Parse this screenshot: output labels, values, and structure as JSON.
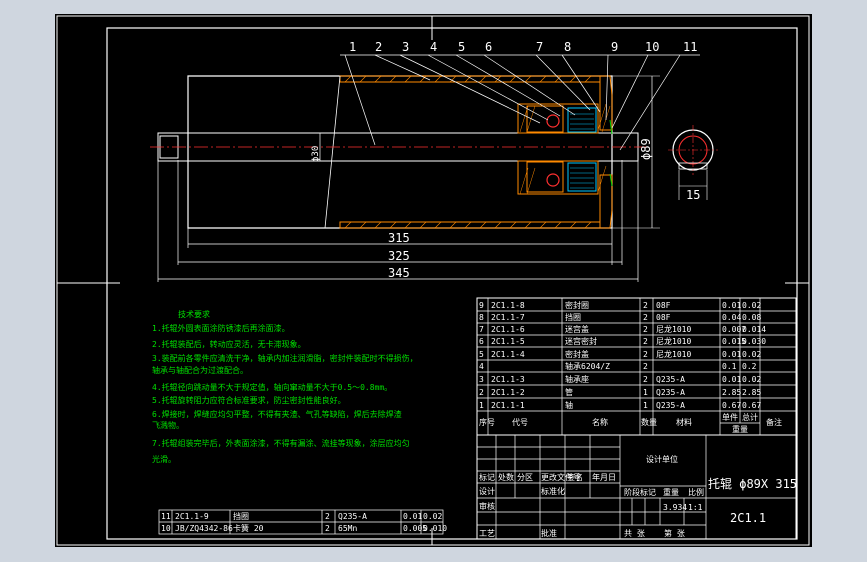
{
  "drawing": {
    "part_numbers": [
      "1",
      "2",
      "3",
      "4",
      "5",
      "6",
      "7",
      "8",
      "9",
      "10",
      "11"
    ],
    "dimensions": {
      "d_shaft": "ϕ30",
      "d_roller": "ϕ89",
      "len_315": "315",
      "len_325": "325",
      "len_345": "345",
      "width_15": "15"
    },
    "tech_title": "技术要求",
    "tech_notes": [
      "1.托辊外圆表面涂防锈漆后再涂面漆。",
      "2.托辊装配后，转动应灵活，无卡滞现象。",
      "3.装配前各零件应清洗干净，轴承内加注润滑脂，密封件装配时不得损伤，",
      "  轴承与轴配合为过渡配合。",
      "4.托辊径向跳动量不大于规定值，轴向窜动量不大于0.5～0.8mm。",
      "5.托辊旋转阻力应符合标准要求，防尘密封性能良好。",
      "6.焊接时，焊缝应均匀平整，不得有夹渣、气孔等缺陷，焊后去除焊渣",
      "  飞溅物。",
      "7.托辊组装完毕后，外表面涂漆，不得有漏涂、流挂等现象，涂层应均匀",
      "  光滑。"
    ],
    "bom_rows": [
      [
        "9",
        "2C1.1-8",
        "密封圈",
        "2",
        "08F",
        "0.01",
        "0.02"
      ],
      [
        "8",
        "2C1.1-7",
        "挡圈",
        "2",
        "08F",
        "0.04",
        "0.08"
      ],
      [
        "7",
        "2C1.1-6",
        "迷宫盖",
        "2",
        "尼龙1010",
        "0.007",
        "0.014"
      ],
      [
        "6",
        "2C1.1-5",
        "迷宫密封",
        "2",
        "尼龙1010",
        "0.015",
        "0.030"
      ],
      [
        "5",
        "2C1.1-4",
        "密封盖",
        "2",
        "尼龙1010",
        "0.01",
        "0.02"
      ],
      [
        "4",
        "",
        "轴承6204/Z",
        "2",
        "",
        "0.1",
        "0.2"
      ],
      [
        "3",
        "2C1.1-3",
        "轴承座",
        "2",
        "Q235-A",
        "0.01",
        "0.02"
      ],
      [
        "2",
        "2C1.1-2",
        "管",
        "1",
        "Q235-A",
        "2.85",
        "2.85"
      ],
      [
        "1",
        "2C1.1-1",
        "轴",
        "1",
        "Q235-A",
        "0.67",
        "0.67"
      ]
    ],
    "bom_header": [
      "序号",
      "代号",
      "名称",
      "数量",
      "材料",
      "单件",
      "总计",
      "重量",
      "备注"
    ],
    "bom_lower_rows": [
      [
        "11",
        "2C1.1-9",
        "挡圈",
        "2",
        "Q235-A",
        "0.01",
        "0.02"
      ],
      [
        "10",
        "JB/ZQ4342-86",
        "卡簧 20",
        "2",
        "65Mn",
        "0.005",
        "0.010"
      ]
    ],
    "title_block": {
      "part_name": "托辊 ϕ89X 315",
      "drawing_no": "2C1.1",
      "weight": "3.934",
      "scale": "1:1",
      "unit_stamp": "设计单位",
      "labels": [
        "标记",
        "处数",
        "分区",
        "更改文件号",
        "签名",
        "年月日",
        "设计",
        "标准化",
        "审核",
        "工艺",
        "批准",
        "阶段标记",
        "重量",
        "比例",
        "共 张",
        "第 张"
      ]
    }
  }
}
